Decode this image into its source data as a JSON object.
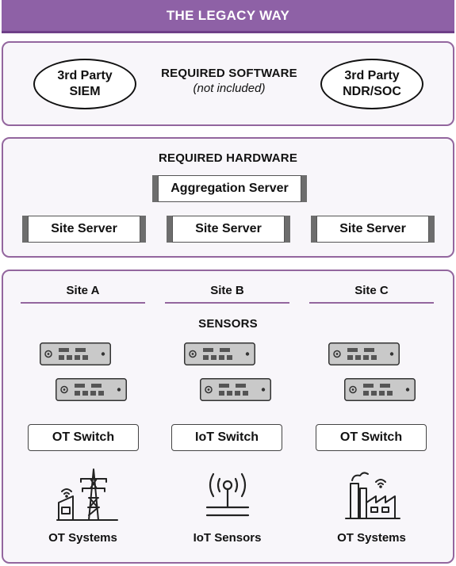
{
  "header": {
    "title": "THE LEGACY WAY"
  },
  "software": {
    "title": "REQUIRED SOFTWARE",
    "note": "(not included)",
    "siem": {
      "line1": "3rd Party",
      "line2": "SIEM"
    },
    "ndr": {
      "line1": "3rd Party",
      "line2": "NDR/SOC"
    }
  },
  "hardware": {
    "title": "REQUIRED HARDWARE",
    "aggregation": "Aggregation Server",
    "site_servers": [
      "Site Server",
      "Site Server",
      "Site Server"
    ]
  },
  "sites": {
    "sensors_label": "SENSORS",
    "items": [
      {
        "name": "Site A",
        "switch": "OT Switch",
        "system": "OT Systems",
        "system_icon": "power-tower-icon"
      },
      {
        "name": "Site B",
        "switch": "IoT Switch",
        "system": "IoT Sensors",
        "system_icon": "wireless-sensor-icon"
      },
      {
        "name": "Site C",
        "switch": "OT Switch",
        "system": "OT Systems",
        "system_icon": "factory-icon"
      }
    ]
  },
  "colors": {
    "header_bg": "#8e61a6",
    "panel_border": "#93669e",
    "panel_bg": "#f8f6fa",
    "sensor_fill": "#c9c9c9"
  }
}
